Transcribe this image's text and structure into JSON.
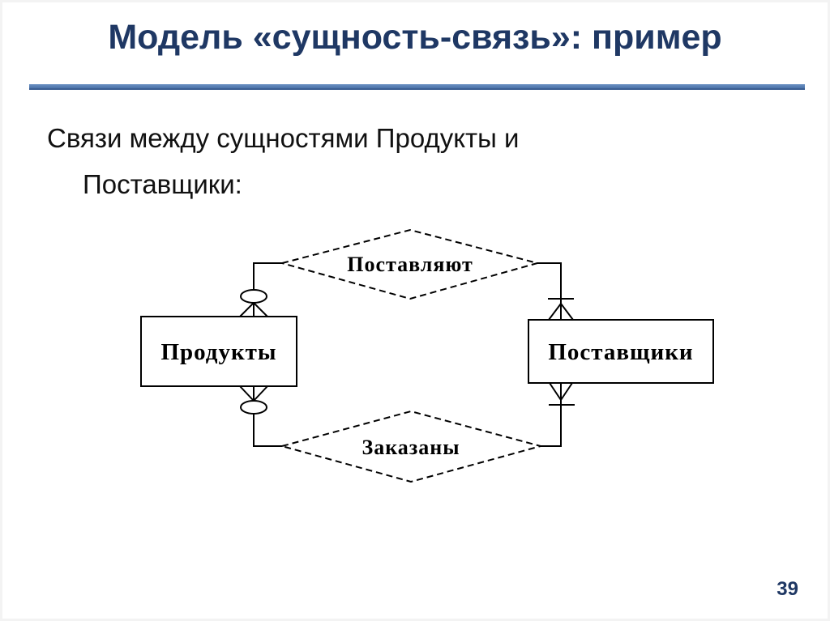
{
  "slide": {
    "title": "Модель «сущность-связь»: пример",
    "body": {
      "line1": "Связи между сущностями Продукты и",
      "line2": "Поставщики:"
    },
    "page_number": "39"
  },
  "diagram": {
    "type": "entity-relationship",
    "entities": [
      {
        "id": "products",
        "label": "Продукты"
      },
      {
        "id": "suppliers",
        "label": "Поставщики"
      }
    ],
    "relationships": [
      {
        "id": "supply",
        "label": "Поставляют",
        "shape": "dashed-diamond",
        "products_end": "zero-or-many (circle + crow's foot)",
        "suppliers_end": "one-or-many (bar + crow's foot)"
      },
      {
        "id": "ordered",
        "label": "Заказаны",
        "shape": "dashed-diamond",
        "products_end": "zero-or-many (circle + crow's foot)",
        "suppliers_end": "one-or-many (bar + crow's foot)"
      }
    ]
  },
  "colors": {
    "title": "#1f3864",
    "divider": "#5b84b8",
    "body_text": "#111111",
    "diagram_stroke": "#000000",
    "page_number": "#1f3864"
  }
}
